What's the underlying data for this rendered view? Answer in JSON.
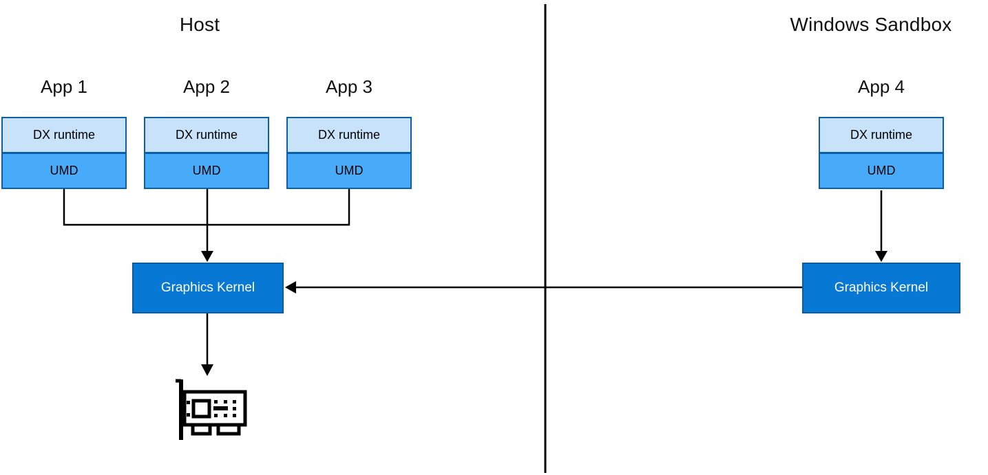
{
  "sections": {
    "host": {
      "title": "Host"
    },
    "sandbox": {
      "title": "Windows Sandbox"
    }
  },
  "apps": [
    {
      "title": "App 1",
      "runtime_label": "DX runtime",
      "driver_label": "UMD",
      "section": "host"
    },
    {
      "title": "App 2",
      "runtime_label": "DX runtime",
      "driver_label": "UMD",
      "section": "host"
    },
    {
      "title": "App 3",
      "runtime_label": "DX runtime",
      "driver_label": "UMD",
      "section": "host"
    },
    {
      "title": "App 4",
      "runtime_label": "DX runtime",
      "driver_label": "UMD",
      "section": "sandbox"
    }
  ],
  "kernels": {
    "host": {
      "label": "Graphics Kernel"
    },
    "sandbox": {
      "label": "Graphics Kernel"
    }
  },
  "icons": {
    "gpu": "graphics-card-icon"
  },
  "colors": {
    "dx_runtime_fill": "#C7E2F9",
    "umd_fill": "#47ABFA",
    "app_box_border": "#0B5FA8",
    "kernel_fill": "#0778D4",
    "kernel_border": "#0A5CA0",
    "kernel_text": "#FFFFFF",
    "line": "#000000",
    "background": "#FFFFFF"
  }
}
